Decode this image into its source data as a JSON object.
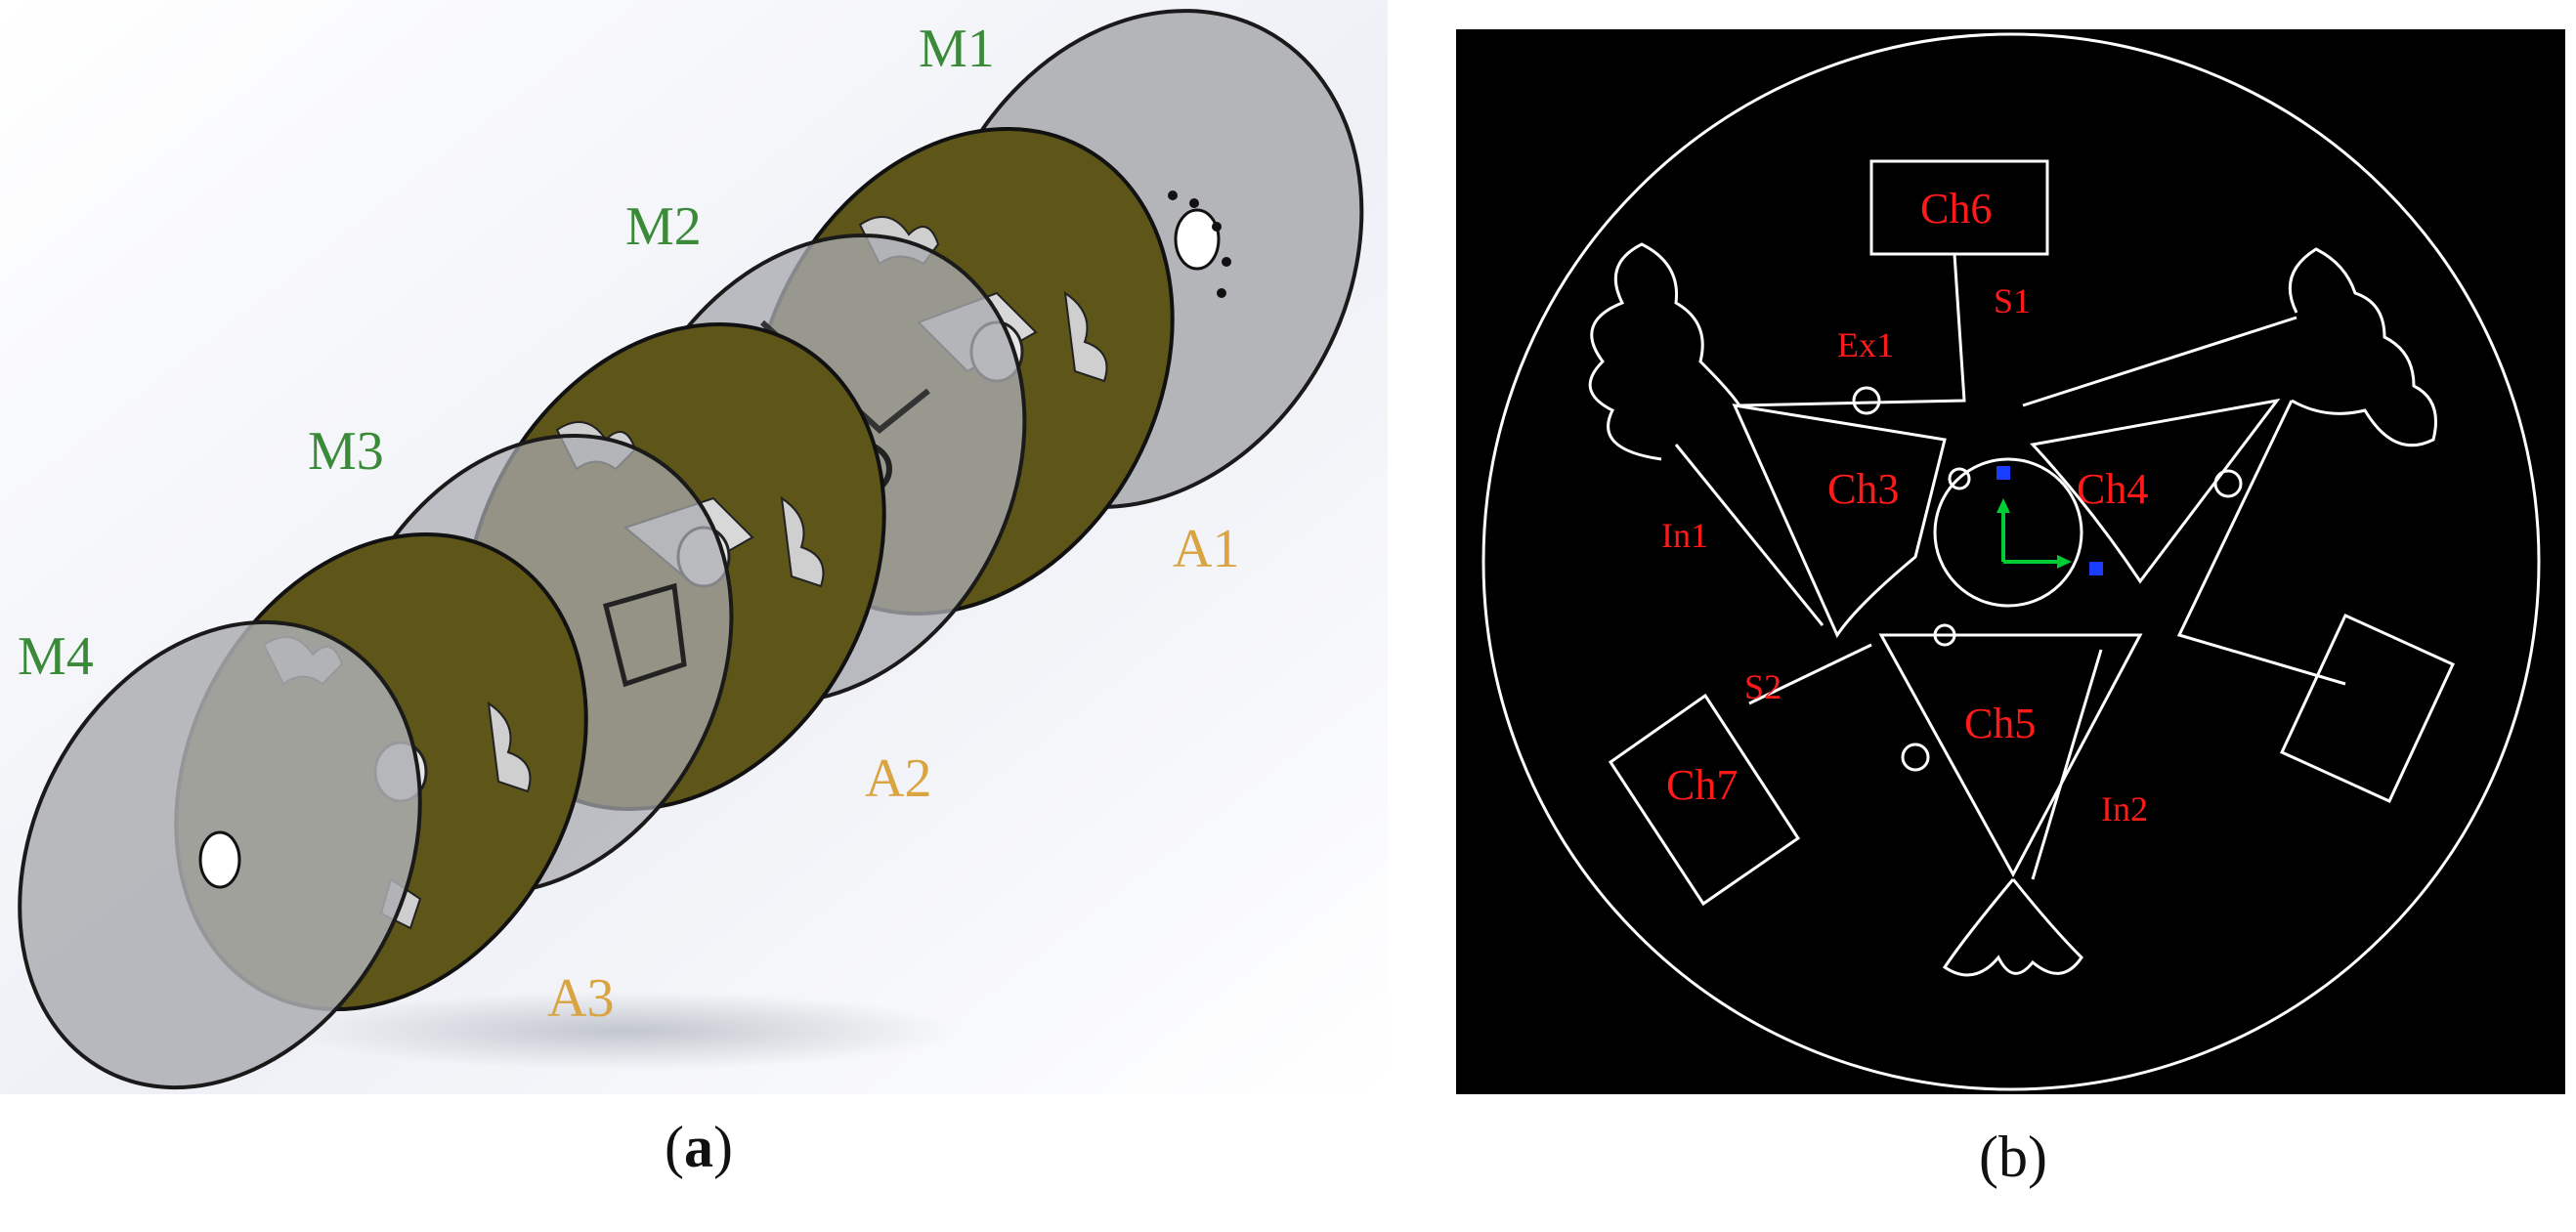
{
  "panel_a": {
    "caption_open": "(",
    "caption_letter": "a",
    "caption_close": ")",
    "membrane_labels": [
      "M1",
      "M2",
      "M3",
      "M4"
    ],
    "adhesive_labels": [
      "A1",
      "A2",
      "A3"
    ],
    "colors": {
      "membrane_label": "#3a8a3a",
      "adhesive_label": "#d9a441",
      "gray_disc": "#a8a9ad",
      "olive_disc": "#5e5618"
    }
  },
  "panel_b": {
    "caption": "(b)",
    "chamber_labels": [
      "Ch6",
      "Ch3",
      "Ch4",
      "Ch5",
      "Ch7"
    ],
    "channel_labels": [
      "S1",
      "Ex1",
      "In1",
      "S2",
      "In2"
    ],
    "colors": {
      "background": "#000000",
      "outline": "#ffffff",
      "label": "#ff1a1a",
      "axis_y": "#00cc33",
      "axis_x": "#00cc33",
      "origin": "#1a3cff"
    }
  }
}
